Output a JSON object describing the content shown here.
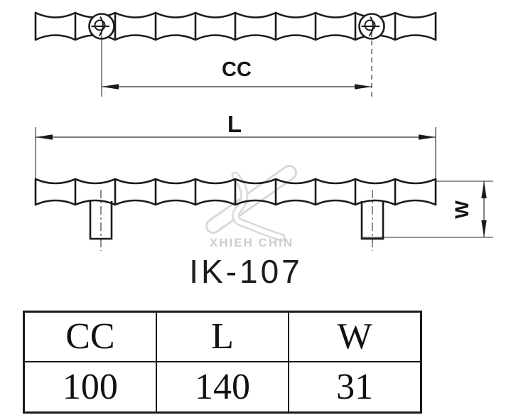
{
  "drawing": {
    "cc_label": "CC",
    "l_label": "L",
    "w_label": "W",
    "model": "IK-107",
    "watermark": "XHIEH CHIN"
  },
  "table": {
    "headers": [
      "CC",
      "L",
      "W"
    ],
    "values": [
      "100",
      "140",
      "31"
    ]
  }
}
